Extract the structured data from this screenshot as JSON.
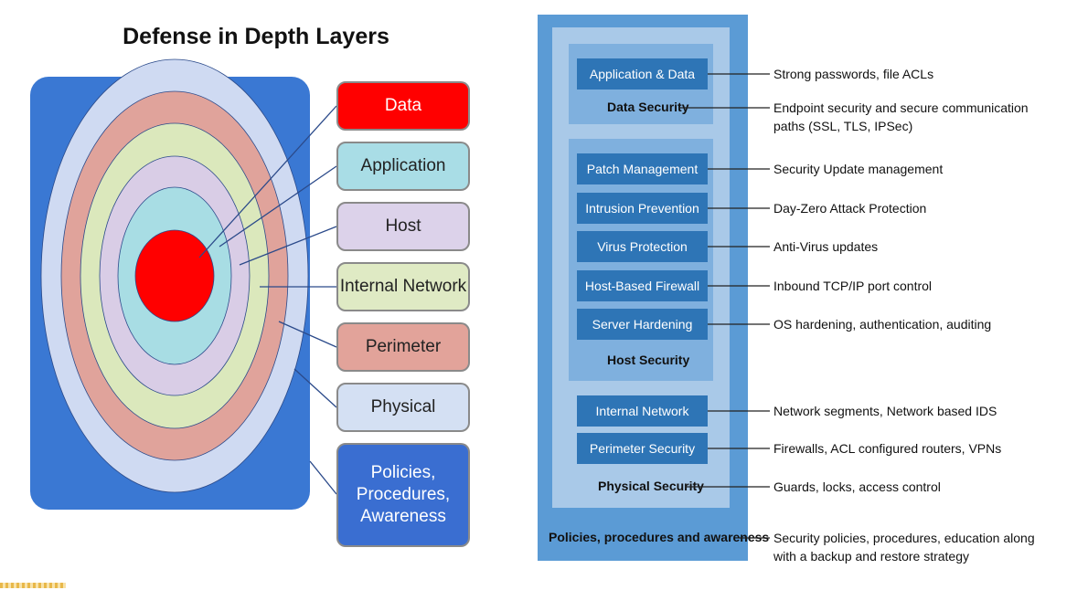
{
  "left": {
    "title": "Defense in Depth Layers",
    "colors": {
      "background_box": "#3a78d3",
      "rings": [
        "#cfdaf2",
        "#e0a39b",
        "#dbe8bc",
        "#d9cde6",
        "#a8dde4",
        "#ff0000"
      ]
    },
    "legend": [
      {
        "label": "Data",
        "color": "#ff0000",
        "text_color": "#ffffff"
      },
      {
        "label": "Application",
        "color": "#a9dde6",
        "text_color": "#222222"
      },
      {
        "label": "Host",
        "color": "#dcd2ea",
        "text_color": "#222222"
      },
      {
        "label": "Internal Network",
        "color": "#dfeac4",
        "text_color": "#222222"
      },
      {
        "label": "Perimeter",
        "color": "#e2a39a",
        "text_color": "#222222"
      },
      {
        "label": "Physical",
        "color": "#d4e0f3",
        "text_color": "#222222"
      },
      {
        "label": "Policies, Procedures, Awareness",
        "color": "#3a6ed1",
        "text_color": "#ffffff"
      }
    ]
  },
  "right": {
    "colors": {
      "outer": "#5b9bd5",
      "inner": "#a9c9e8",
      "group": "#7fb0de",
      "box": "#2e75b6"
    },
    "boxes": {
      "app_data": "Application & Data",
      "patch": "Patch Management",
      "intrusion": "Intrusion Prevention",
      "virus": "Virus Protection",
      "firewall": "Host-Based Firewall",
      "hardening": "Server Hardening",
      "internal": "Internal Network",
      "perimeter": "Perimeter Security"
    },
    "labels": {
      "data_security": "Data Security",
      "host_security": "Host Security",
      "physical_security": "Physical Security",
      "policies": "Policies, procedures and awareness"
    },
    "descriptions": {
      "app_data": "Strong passwords, file ACLs",
      "data_security": "Endpoint security and secure communication paths (SSL, TLS, IPSec)",
      "patch": "Security Update management",
      "intrusion": "Day-Zero Attack Protection",
      "virus": "Anti-Virus updates",
      "firewall": "Inbound TCP/IP port control",
      "hardening": "OS hardening, authentication, auditing",
      "internal": "Network segments, Network based IDS",
      "perimeter": "Firewalls, ACL configured routers, VPNs",
      "physical": "Guards, locks, access control",
      "policies": "Security policies, procedures, education along with a backup and restore strategy"
    }
  }
}
